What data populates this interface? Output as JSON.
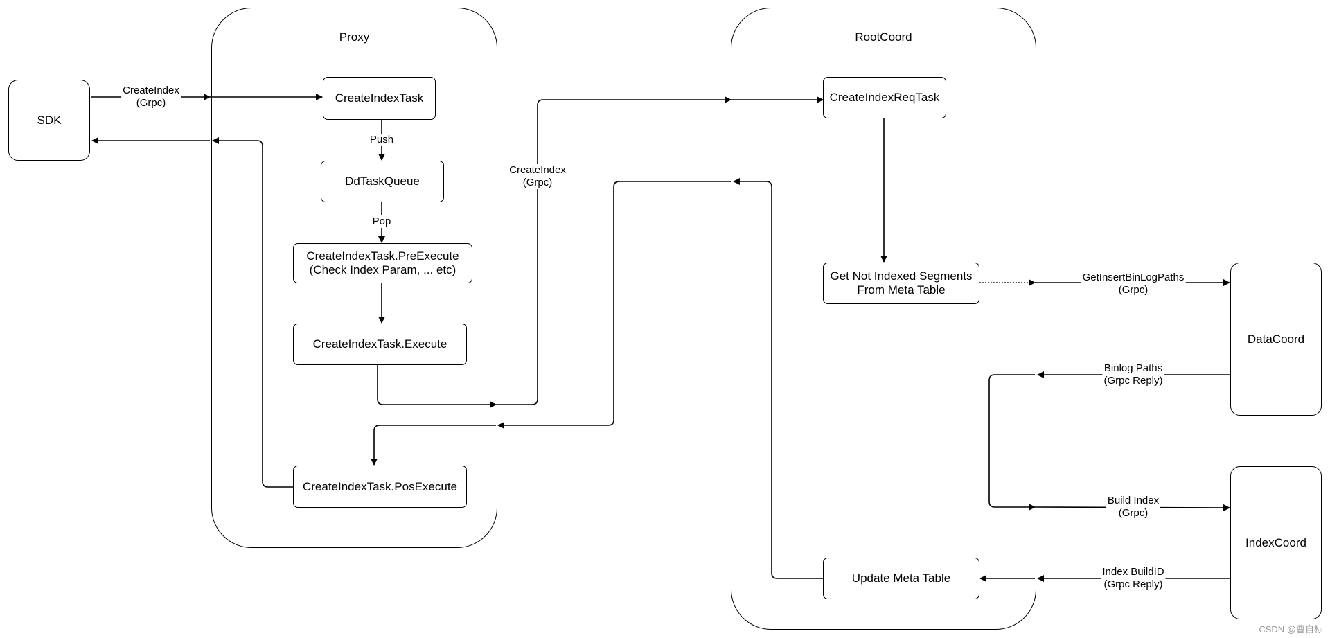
{
  "containers": {
    "proxy": "Proxy",
    "rootcoord": "RootCoord"
  },
  "nodes": {
    "sdk": "SDK",
    "create_index_task": "CreateIndexTask",
    "dd_task_queue": "DdTaskQueue",
    "pre_execute_1": "CreateIndexTask.PreExecute",
    "pre_execute_2": "(Check Index Param, ... etc)",
    "execute": "CreateIndexTask.Execute",
    "pos_execute": "CreateIndexTask.PosExecute",
    "req_task": "CreateIndexReqTask",
    "not_indexed_1": "Get Not Indexed Segments",
    "not_indexed_2": "From Meta Table",
    "update_meta": "Update Meta Table",
    "datacoord": "DataCoord",
    "indexcoord": "IndexCoord"
  },
  "edge_labels": {
    "sdk_create_1": "CreateIndex",
    "sdk_create_2": "(Grpc)",
    "push": "Push",
    "pop": "Pop",
    "proxy_create_1": "CreateIndex",
    "proxy_create_2": "(Grpc)",
    "get_paths_1": "GetInsertBinLogPaths",
    "get_paths_2": "(Grpc)",
    "binlog_1": "Binlog Paths",
    "binlog_2": "(Grpc Reply)",
    "build_1": "Build Index",
    "build_2": "(Grpc)",
    "buildid_1": "Index BuildID",
    "buildid_2": "(Grpc Reply)"
  },
  "watermark": "CSDN @曹自标"
}
